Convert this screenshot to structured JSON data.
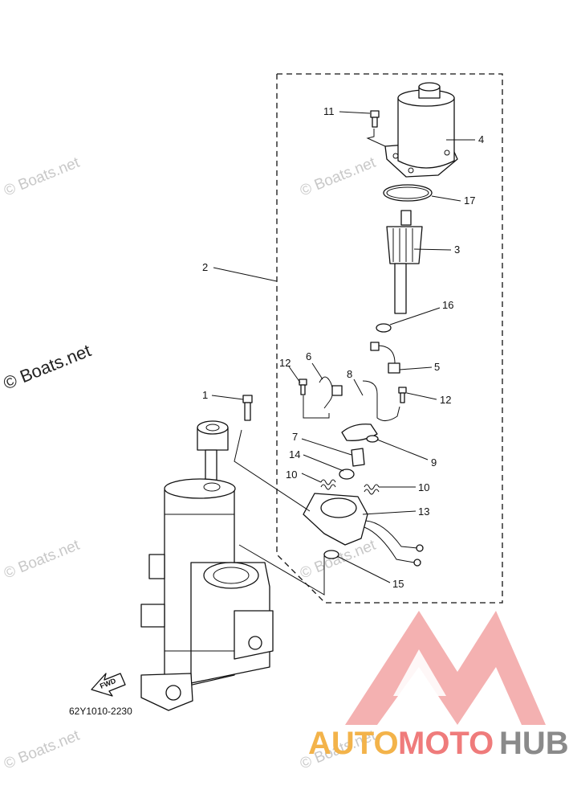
{
  "diagram": {
    "callouts": [
      "1",
      "2",
      "3",
      "4",
      "5",
      "6",
      "7",
      "8",
      "9",
      "10",
      "10",
      "11",
      "12",
      "12",
      "13",
      "14",
      "15",
      "16",
      "17"
    ],
    "fwd_label": "FWD",
    "drawing_code": "62Y1010-2230"
  },
  "watermarks": {
    "text": "© Boats.net"
  },
  "logo": {
    "part1": "AUTO",
    "part2": "MOTO",
    "part3": "HUB",
    "colors": {
      "auto": "#f3b34a",
      "moto": "#ef7b7b",
      "hub": "#8a8a8a",
      "triangle": "#f2a3a3"
    }
  }
}
